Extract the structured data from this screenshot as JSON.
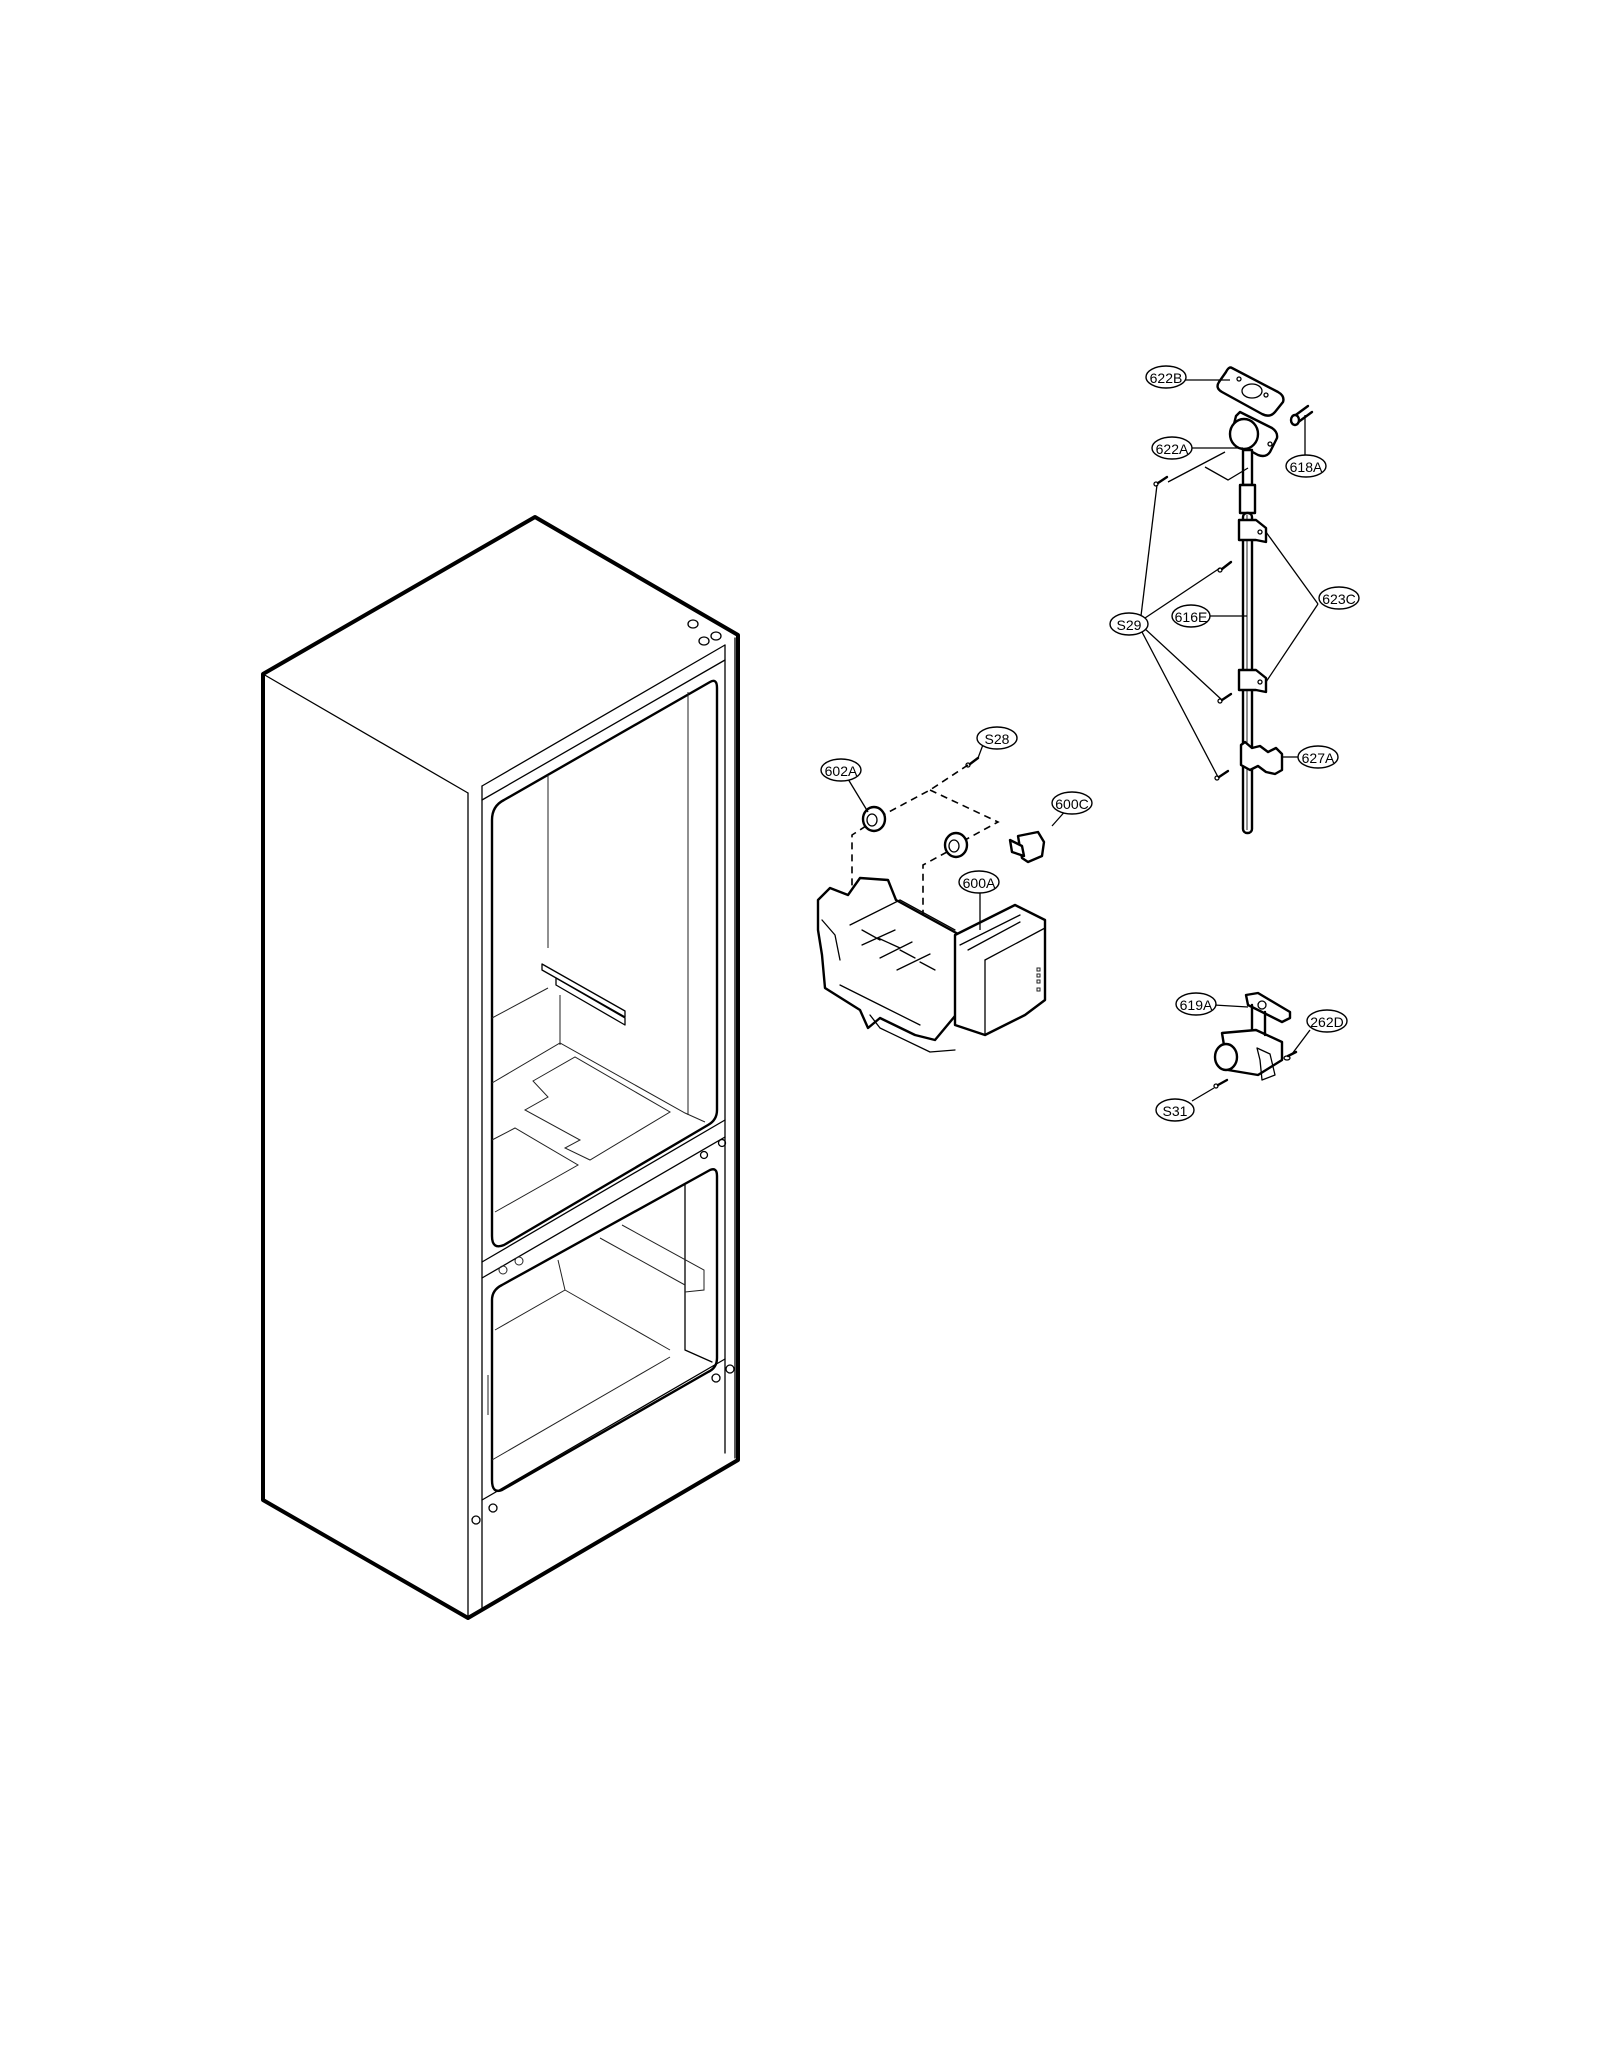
{
  "diagram": {
    "title": "",
    "type": "exploded parts diagram",
    "subject": "refrigerator cabinet with ice maker and water tube assembly",
    "colors": {
      "line": "#000000",
      "background": "#ffffff"
    }
  },
  "callouts": [
    {
      "id": "622B",
      "label": "622B",
      "part": "water inlet gasket / plate"
    },
    {
      "id": "622A",
      "label": "622A",
      "part": "water inlet fitting"
    },
    {
      "id": "618A",
      "label": "618A",
      "part": "pin / connector"
    },
    {
      "id": "S29",
      "label": "S29",
      "part": "screw (x4)"
    },
    {
      "id": "616E",
      "label": "616E",
      "part": "water tube"
    },
    {
      "id": "623C",
      "label": "623C",
      "part": "tube clamp (x2)"
    },
    {
      "id": "627A",
      "label": "627A",
      "part": "tube holder clip"
    },
    {
      "id": "S28",
      "label": "S28",
      "part": "screw"
    },
    {
      "id": "602A",
      "label": "602A",
      "part": "grommet / bushing"
    },
    {
      "id": "600C",
      "label": "600C",
      "part": "bracket"
    },
    {
      "id": "600A",
      "label": "600A",
      "part": "ice maker assembly"
    },
    {
      "id": "619A",
      "label": "619A",
      "part": "water valve"
    },
    {
      "id": "262D",
      "label": "262D",
      "part": "screw / fastener"
    },
    {
      "id": "S31",
      "label": "S31",
      "part": "screw"
    }
  ]
}
